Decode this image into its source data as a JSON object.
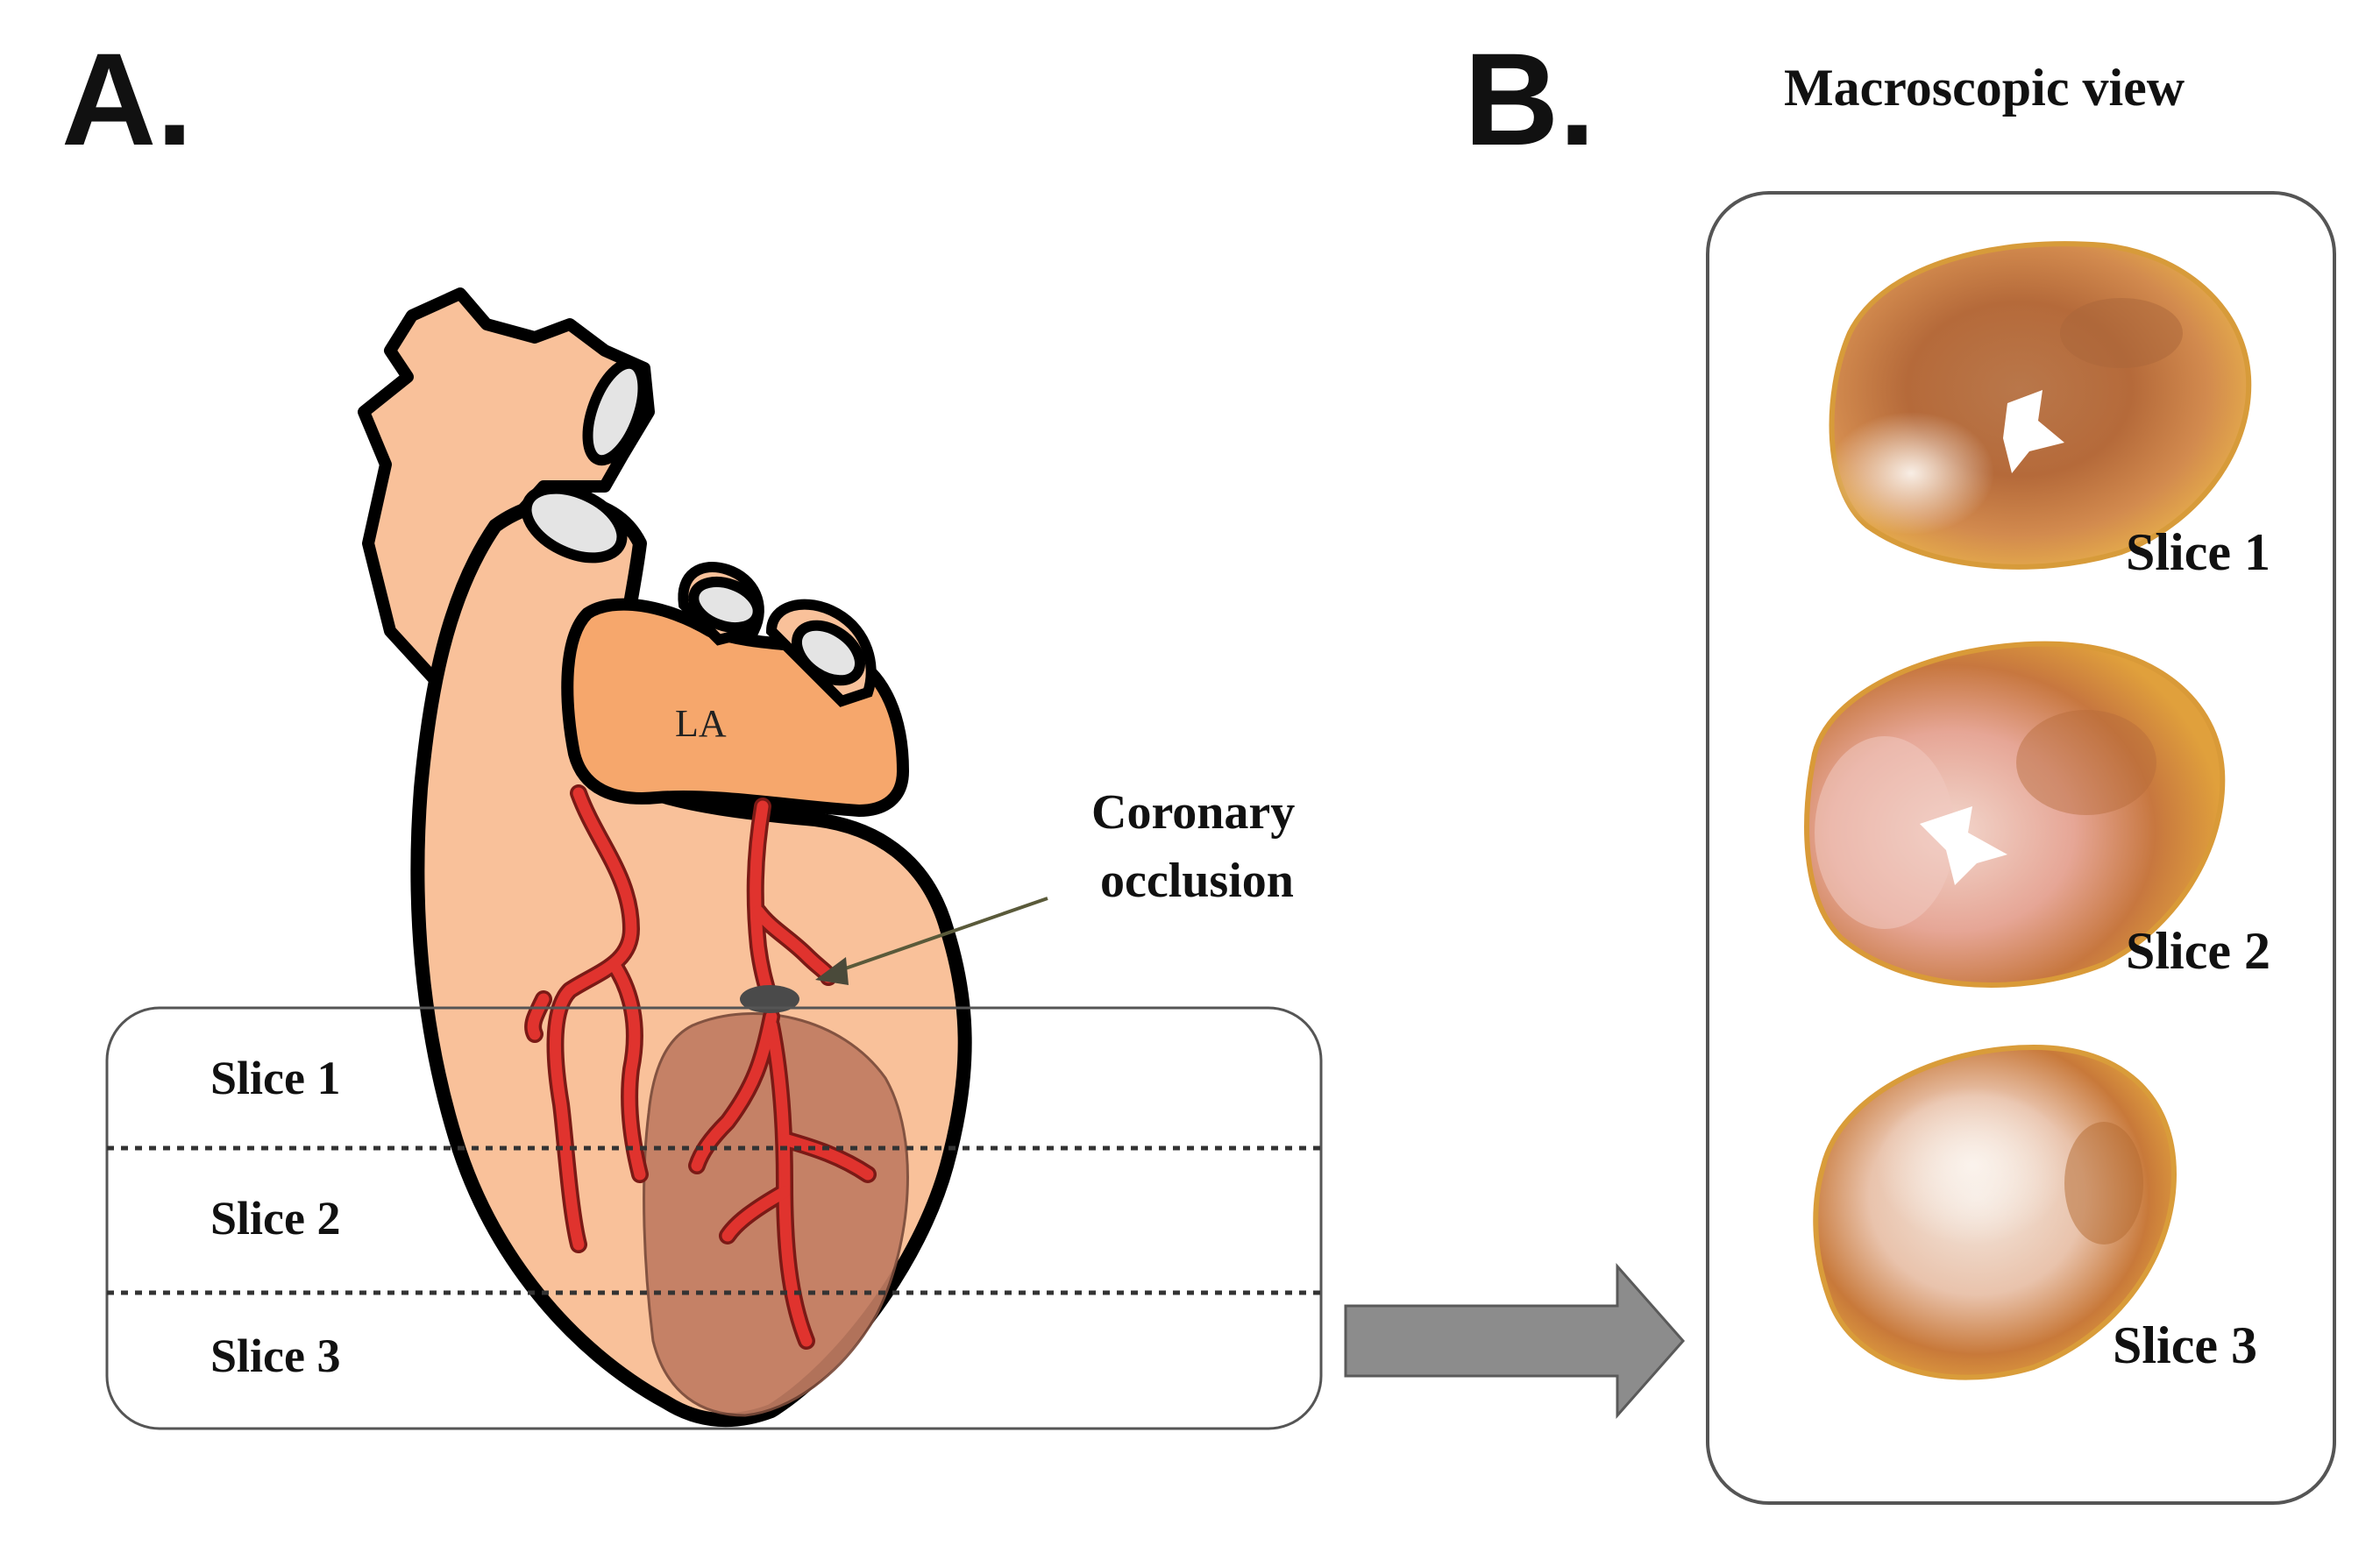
{
  "panel_a": {
    "letter": "A.",
    "slices": [
      "Slice 1",
      "Slice 2",
      "Slice 3"
    ],
    "la_label": "LA",
    "occlusion_label_line1": "Coronary",
    "occlusion_label_line2": "occlusion"
  },
  "panel_b": {
    "letter": "B.",
    "title": "Macroscopic view",
    "slices": [
      "Slice 1",
      "Slice 2",
      "Slice 3"
    ]
  },
  "colors": {
    "heart_fill": "#f9c19a",
    "la_fill": "#f6a76c",
    "infarct_fill": "#c17c62",
    "artery": "#e0332e",
    "arrow": "#8c8c8c",
    "occlusion": "#4a4a4a"
  }
}
